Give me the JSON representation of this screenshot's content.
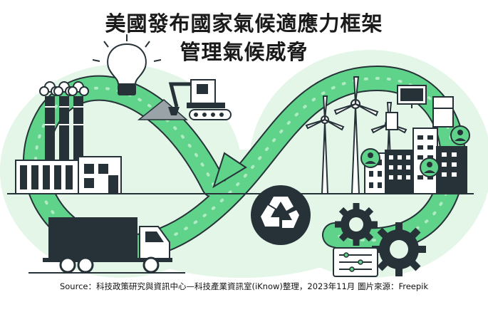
{
  "title_line1": "美國發布國家氣候適應力框架",
  "title_line2": "管理氣候威脅",
  "source": "Source：科技政策研究與資訊中心—科技產業資訊室(iKnow)整理，2023年11月 圖片來源：Freepik",
  "colors": {
    "accent_green": "#5fd38a",
    "light_green": "#e3f6e8",
    "dark": "#263238",
    "white": "#ffffff"
  },
  "icons": [
    "factory-icon",
    "lightbulb-icon",
    "excavator-icon",
    "wind-turbine-icon",
    "city-icon",
    "recycle-icon",
    "gear-icon",
    "truck-icon",
    "monitor-icon",
    "user-avatar-icon",
    "dashboard-panel-icon"
  ]
}
